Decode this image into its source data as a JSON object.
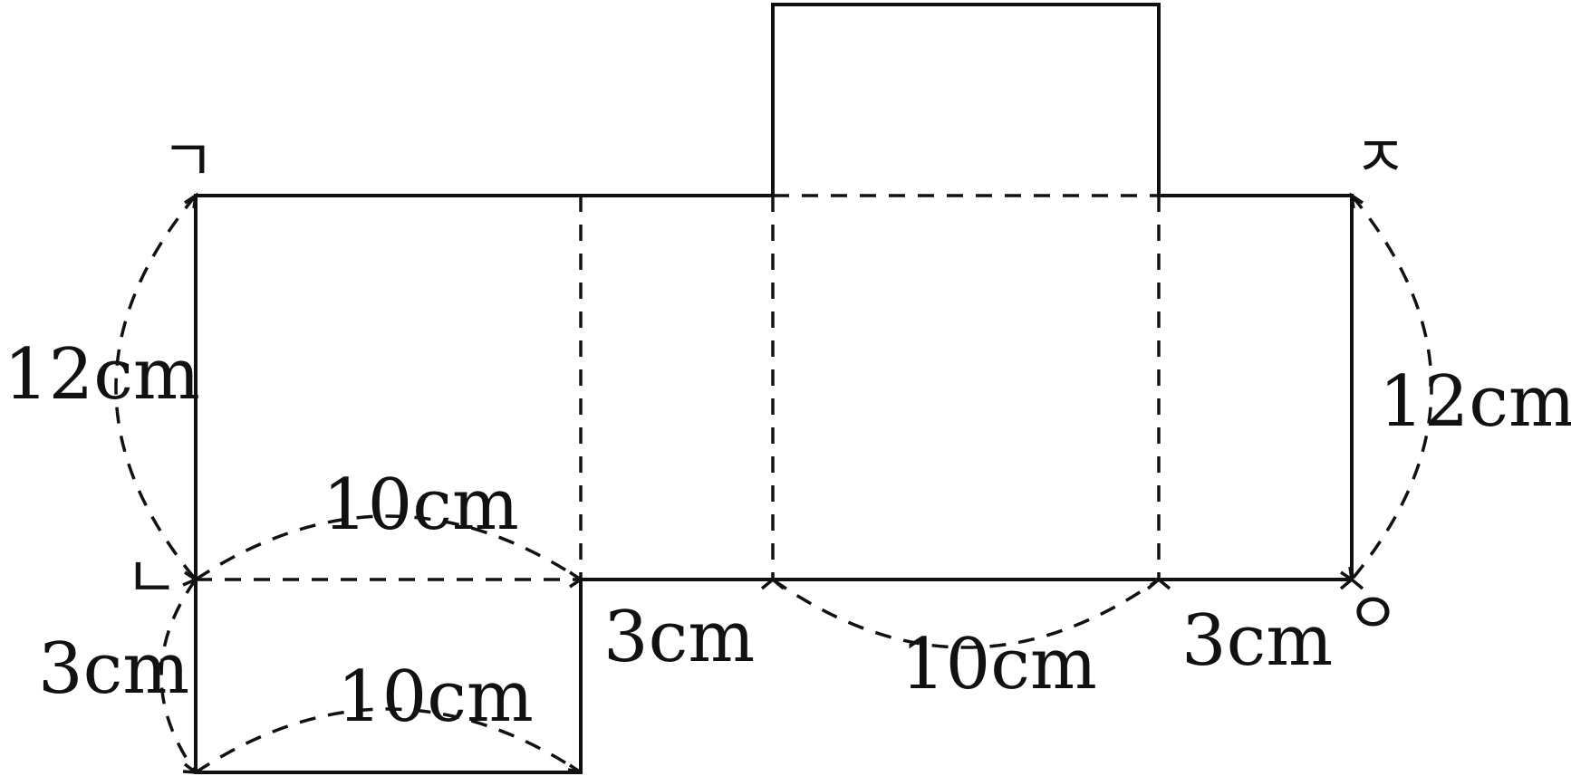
{
  "labels": {
    "corner_top_left": "ㄱ",
    "corner_top_right": "ㅈ",
    "corner_mid_left": "ㄴ",
    "corner_bottom_right": "ㅇ"
  },
  "dimensions": {
    "left_height": "12cm",
    "right_height": "12cm",
    "top_face_width": "10cm",
    "bottom_face_width": "10cm",
    "bottom_left_height": "3cm",
    "middle_depth": "3cm",
    "middle_width": "10cm",
    "right_depth": "3cm"
  }
}
